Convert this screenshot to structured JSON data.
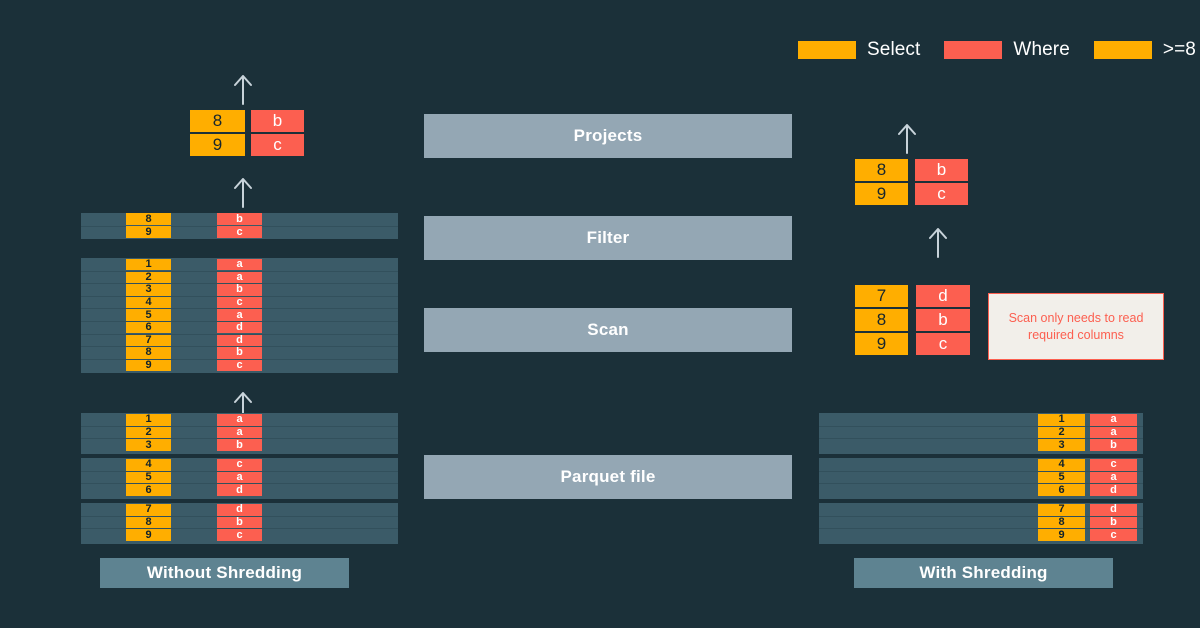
{
  "diagram": {
    "title": "Parquet variant shredding: query execution without vs with shredding",
    "background_color": "#1b3039",
    "colors": {
      "select_column": "#FFAE00",
      "where_column": "#FC5F50",
      "stage_bar": "#94A7B4",
      "caption_bar": "#5E8391",
      "row_block": "#3B5B68",
      "callout_bg": "#F2EFEA"
    }
  },
  "legend": {
    "items": [
      {
        "swatch": "orange",
        "label": "Select"
      },
      {
        "swatch": "red",
        "label": "Where"
      },
      {
        "swatch": "orange",
        "label": ">=8"
      }
    ]
  },
  "stages": [
    {
      "id": "projects",
      "label": "Projects"
    },
    {
      "id": "filter",
      "label": "Filter"
    },
    {
      "id": "scan",
      "label": "Scan"
    },
    {
      "id": "parquet",
      "label": "Parquet file"
    }
  ],
  "captions": {
    "left": "Without Shredding",
    "right": "With Shredding"
  },
  "callout": {
    "text": "Scan only needs to read required columns"
  },
  "left_pipeline": {
    "name": "Without Shredding",
    "projects_result": {
      "select": [
        "8",
        "9"
      ],
      "where": [
        "b",
        "c"
      ]
    },
    "filter_result": {
      "select": [
        "8",
        "9"
      ],
      "where": [
        "b",
        "c"
      ]
    },
    "scan_rows": {
      "select": [
        "1",
        "2",
        "3",
        "4",
        "5",
        "6",
        "7",
        "8",
        "9"
      ],
      "where": [
        "a",
        "a",
        "b",
        "c",
        "a",
        "d",
        "d",
        "b",
        "c"
      ]
    },
    "parquet_row_groups": [
      {
        "select": [
          "1",
          "2",
          "3"
        ],
        "where": [
          "a",
          "a",
          "b"
        ]
      },
      {
        "select": [
          "4",
          "5",
          "6"
        ],
        "where": [
          "c",
          "a",
          "d"
        ]
      },
      {
        "select": [
          "7",
          "8",
          "9"
        ],
        "where": [
          "d",
          "b",
          "c"
        ]
      }
    ]
  },
  "right_pipeline": {
    "name": "With Shredding",
    "projects_result": {
      "select": [
        "8",
        "9"
      ],
      "where": [
        "b",
        "c"
      ]
    },
    "scan_result": {
      "select": [
        "7",
        "8",
        "9"
      ],
      "where": [
        "d",
        "b",
        "c"
      ]
    },
    "parquet_row_groups": [
      {
        "select": [
          "1",
          "2",
          "3"
        ],
        "where": [
          "a",
          "a",
          "b"
        ]
      },
      {
        "select": [
          "4",
          "5",
          "6"
        ],
        "where": [
          "c",
          "a",
          "d"
        ]
      },
      {
        "select": [
          "7",
          "8",
          "9"
        ],
        "where": [
          "d",
          "b",
          "c"
        ]
      }
    ]
  },
  "arrows": {
    "glyph": "up-arrow",
    "count": 5
  }
}
